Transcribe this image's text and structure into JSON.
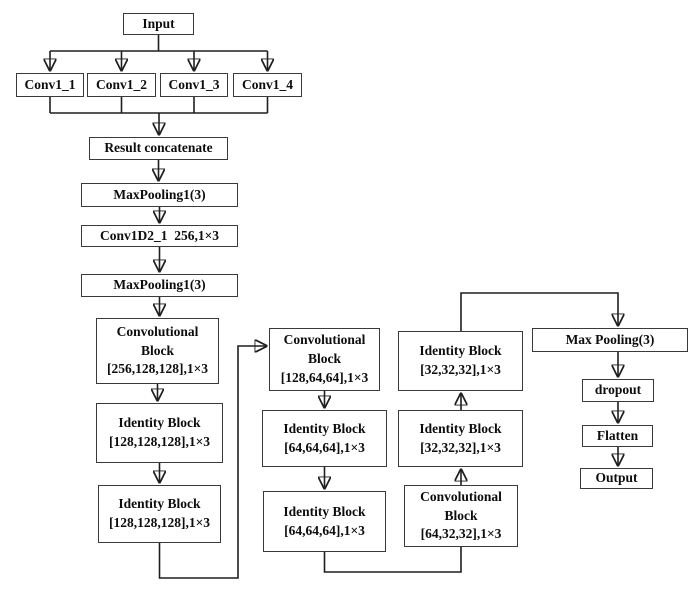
{
  "diagram": {
    "title": "CNN model architecture flowchart",
    "type": "flowchart",
    "colors": {
      "background": "#ffffff",
      "box_fill": "#ffffff",
      "box_border": "#3a3a3a",
      "line": "#1f1f1f",
      "text": "#0d0d0d"
    },
    "nodes": {
      "input": [
        "Input"
      ],
      "conv1_1": [
        "Conv1_1"
      ],
      "conv1_2": [
        "Conv1_2"
      ],
      "conv1_3": [
        "Conv1_3"
      ],
      "conv1_4": [
        "Conv1_4"
      ],
      "result_concatenate": [
        "Result concatenate"
      ],
      "maxpooling1_a": [
        "MaxPooling1(3)"
      ],
      "conv1d2_1": [
        "Conv1D2_1  256,1×3"
      ],
      "maxpooling1_b": [
        "MaxPooling1(3)"
      ],
      "col1_conv_block": [
        "Convolutional",
        "Block",
        "[256,128,128],1×3"
      ],
      "col1_identity_block_1": [
        "Identity Block",
        "[128,128,128],1×3"
      ],
      "col1_identity_block_2": [
        "Identity Block",
        "[128,128,128],1×3"
      ],
      "col2_conv_block": [
        "Convolutional",
        "Block",
        "[128,64,64],1×3"
      ],
      "col2_identity_block_1": [
        "Identity Block",
        "[64,64,64],1×3"
      ],
      "col2_identity_block_2": [
        "Identity Block",
        "[64,64,64],1×3"
      ],
      "col3_identity_block_1": [
        "Identity Block",
        "[32,32,32],1×3"
      ],
      "col3_identity_block_2": [
        "Identity Block",
        "[32,32,32],1×3"
      ],
      "col3_conv_block": [
        "Convolutional",
        "Block",
        "[64,32,32],1×3"
      ],
      "max_pooling3": [
        "Max Pooling(3)"
      ],
      "dropout": [
        "dropout"
      ],
      "flatten": [
        "Flatten"
      ],
      "output": [
        "Output"
      ]
    },
    "edges": [
      {
        "from": "input",
        "to": "conv1_1"
      },
      {
        "from": "input",
        "to": "conv1_2"
      },
      {
        "from": "input",
        "to": "conv1_3"
      },
      {
        "from": "input",
        "to": "conv1_4"
      },
      {
        "from": "conv1_1",
        "to": "result_concatenate"
      },
      {
        "from": "conv1_2",
        "to": "result_concatenate"
      },
      {
        "from": "conv1_3",
        "to": "result_concatenate"
      },
      {
        "from": "conv1_4",
        "to": "result_concatenate"
      },
      {
        "from": "result_concatenate",
        "to": "maxpooling1_a"
      },
      {
        "from": "maxpooling1_a",
        "to": "conv1d2_1"
      },
      {
        "from": "conv1d2_1",
        "to": "maxpooling1_b"
      },
      {
        "from": "maxpooling1_b",
        "to": "col1_conv_block"
      },
      {
        "from": "col1_conv_block",
        "to": "col1_identity_block_1"
      },
      {
        "from": "col1_identity_block_1",
        "to": "col1_identity_block_2"
      },
      {
        "from": "col1_identity_block_2",
        "to": "col2_conv_block"
      },
      {
        "from": "col2_conv_block",
        "to": "col2_identity_block_1"
      },
      {
        "from": "col2_identity_block_1",
        "to": "col2_identity_block_2"
      },
      {
        "from": "col2_identity_block_2",
        "to": "col3_conv_block"
      },
      {
        "from": "col3_conv_block",
        "to": "col3_identity_block_2"
      },
      {
        "from": "col3_identity_block_2",
        "to": "col3_identity_block_1"
      },
      {
        "from": "col3_identity_block_1",
        "to": "max_pooling3"
      },
      {
        "from": "max_pooling3",
        "to": "dropout"
      },
      {
        "from": "dropout",
        "to": "flatten"
      },
      {
        "from": "flatten",
        "to": "output"
      }
    ]
  }
}
